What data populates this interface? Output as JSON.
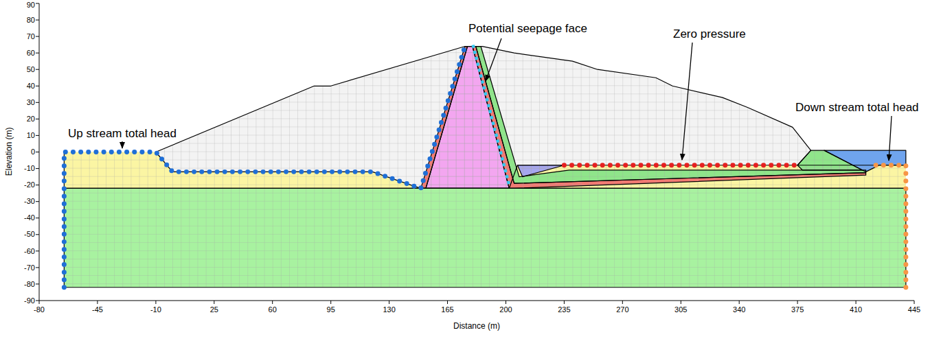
{
  "diagram": {
    "labels": [
      "Up stream total head",
      "Potential seepage face",
      "Zero pressure",
      "Down stream total head",
      "Elevation (m)",
      "Distance (m)",
      "-80",
      "-45",
      "-10",
      "25",
      "60",
      "95",
      "130",
      "165",
      "200",
      "235",
      "270",
      "305",
      "340",
      "375",
      "410",
      "445",
      "90",
      "80",
      "70",
      "60",
      "50",
      "40",
      "30",
      "20",
      "10",
      "0",
      "-10",
      "-20",
      "-30",
      "-40",
      "-50",
      "-60",
      "-70",
      "-80",
      "-90"
    ]
  }
}
